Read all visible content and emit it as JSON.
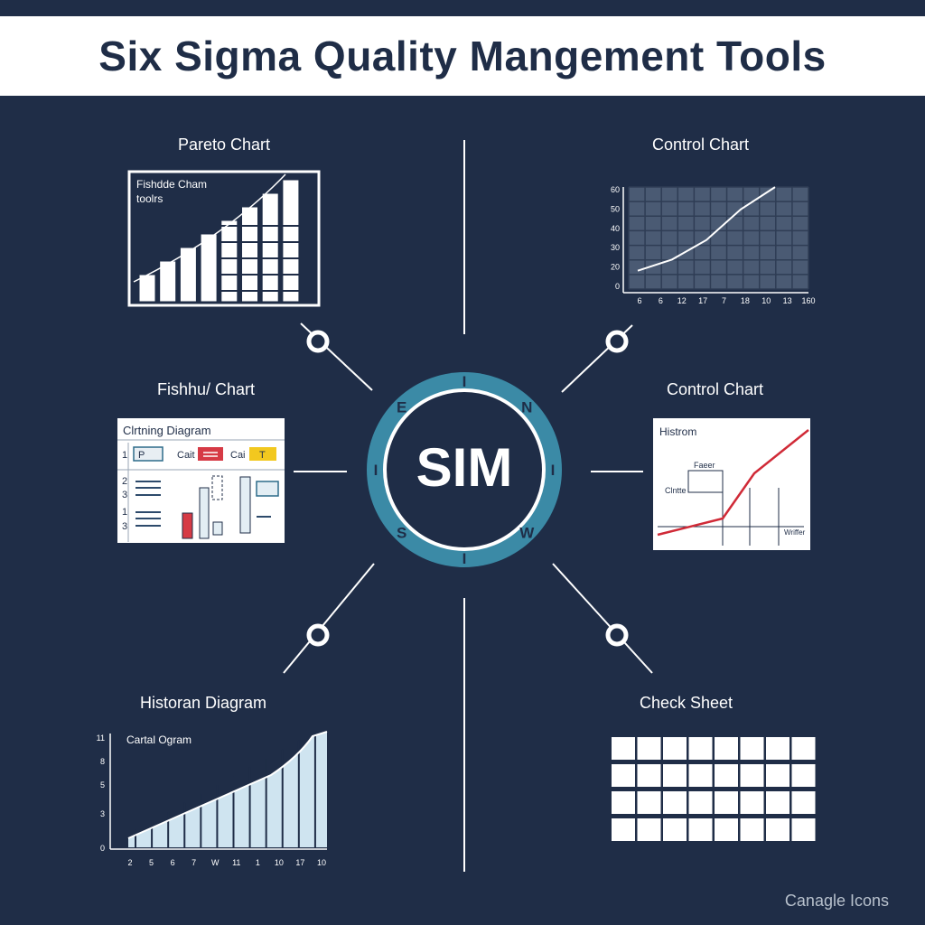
{
  "title": "Six Sigma Quality Mangement Tools",
  "hub": {
    "center_text": "SIM",
    "ring_letters": [
      "I",
      "N",
      "I",
      "W",
      "I",
      "S",
      "I",
      "E"
    ],
    "ring_color": "#3b8aa6"
  },
  "tools": {
    "pareto": {
      "label": "Pareto Chart",
      "inner_text": [
        "Fishdde Cham",
        "toolrs"
      ],
      "bar_values": [
        2,
        3,
        4,
        5,
        6,
        7,
        8,
        9
      ]
    },
    "control_top": {
      "label": "Control Chart",
      "y_ticks": [
        "60",
        "50",
        "40",
        "30",
        "20",
        "0"
      ],
      "x_ticks": [
        "6",
        "6",
        "12",
        "17",
        "7",
        "18",
        "10",
        "13",
        "160"
      ],
      "line_points": [
        {
          "x": 0,
          "y": 8
        },
        {
          "x": 2,
          "y": 16
        },
        {
          "x": 4,
          "y": 30
        },
        {
          "x": 6,
          "y": 52
        },
        {
          "x": 8,
          "y": 68
        }
      ]
    },
    "fishbone": {
      "label": "Fishhu/ Chart",
      "inner_title": "Clrtning Diagram",
      "row_numbers": [
        "1",
        "2",
        "3",
        "1",
        "3"
      ],
      "tag_labels": [
        "P",
        "Cait",
        "Cai",
        "T"
      ],
      "red_color": "#d63a45",
      "yellow_color": "#f2c81f"
    },
    "control_right": {
      "label": "Control Chart",
      "inner_title": "Histrom",
      "box_labels": [
        "Faeer",
        "Clntte"
      ],
      "corner_label": "Wriffer",
      "line_color": "#d02a37"
    },
    "histogram": {
      "label": "Historan Diagram",
      "inner_text": "Cartal Ogram",
      "y_ticks": [
        "11",
        "8",
        "5",
        "3",
        "0"
      ],
      "x_ticks": [
        "2",
        "5",
        "6",
        "7",
        "W",
        "11",
        "1",
        "10",
        "17",
        "10"
      ],
      "bar_values": [
        1,
        2,
        3,
        4,
        5,
        6,
        7,
        8,
        9,
        10,
        11,
        12
      ]
    },
    "check_sheet": {
      "label": "Check Sheet",
      "rows": 4,
      "cols": 8
    }
  },
  "footer": "Canagle Icons"
}
